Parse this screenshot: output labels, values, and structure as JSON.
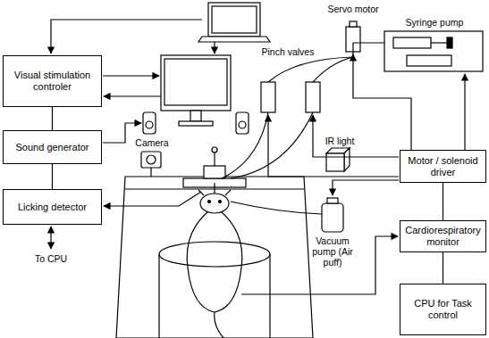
{
  "diagram": {
    "nodes": [
      {
        "text": [
          "Visual stimulation controler"
        ]
      },
      {
        "text": [
          "Sound generator"
        ]
      },
      {
        "text": [
          "Licking detector"
        ]
      },
      {
        "text": [
          "Motor / solenoid driver"
        ]
      },
      {
        "text": [
          "Cardiorespiratory monitor"
        ]
      },
      {
        "text": [
          "CPU for Task control"
        ]
      }
    ],
    "edges": [
      {
        "from": 0,
        "to": 1,
        "arrow": "none"
      },
      {
        "from": 1,
        "to": 2,
        "arrow": "none"
      },
      {
        "from": 3,
        "to": 4,
        "arrow": "none"
      },
      {
        "from": 4,
        "to": 5,
        "arrow": "none"
      }
    ],
    "labels": [
      "Servo motor",
      "Pinch valves",
      "Syringe pump",
      "Camera",
      "IR light",
      "Vacuum pump (Air puff)",
      "To CPU"
    ]
  }
}
